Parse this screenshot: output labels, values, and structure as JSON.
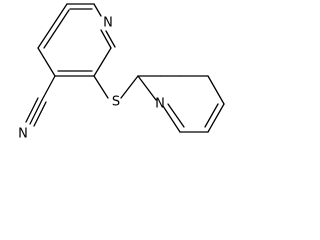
{
  "structure": {
    "atoms": [
      {
        "id": "n_ring_a",
        "label": "N"
      },
      {
        "id": "s_bridge",
        "label": "S"
      },
      {
        "id": "n_ring_b",
        "label": "N"
      },
      {
        "id": "n_nitrile",
        "label": "N"
      }
    ]
  }
}
